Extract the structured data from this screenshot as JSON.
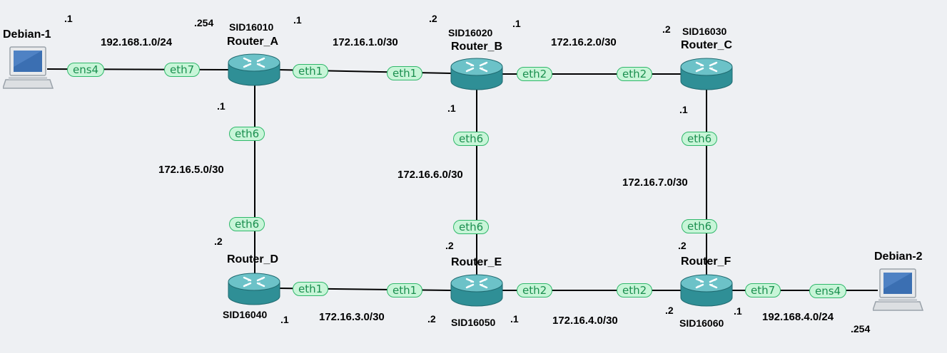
{
  "colors": {
    "background": "#eef0f3",
    "router_body": "#2f8f96",
    "router_top": "#6cc2c8",
    "port_fill": "#c8f5d8",
    "port_border": "#2fb86a",
    "port_text": "#1b8f4f",
    "link": "#000000"
  },
  "hosts": {
    "debian1": {
      "name": "Debian-1",
      "icon": "laptop-icon"
    },
    "debian2": {
      "name": "Debian-2",
      "icon": "laptop-icon"
    }
  },
  "routers": {
    "a": {
      "name": "Router_A",
      "sid": "SID16010",
      "icon": "router-icon"
    },
    "b": {
      "name": "Router_B",
      "sid": "SID16020",
      "icon": "router-icon"
    },
    "c": {
      "name": "Router_C",
      "sid": "SID16030",
      "icon": "router-icon"
    },
    "d": {
      "name": "Router_D",
      "sid": "SID16040",
      "icon": "router-icon"
    },
    "e": {
      "name": "Router_E",
      "sid": "SID16050",
      "icon": "router-icon"
    },
    "f": {
      "name": "Router_F",
      "sid": "SID16060",
      "icon": "router-icon"
    }
  },
  "networks": {
    "lan1": "192.168.1.0/24",
    "ab": "172.16.1.0/30",
    "bc": "172.16.2.0/30",
    "ad": "172.16.5.0/30",
    "be": "172.16.6.0/30",
    "cf": "172.16.7.0/30",
    "de": "172.16.3.0/30",
    "ef": "172.16.4.0/30",
    "lan4": "192.168.4.0/24"
  },
  "ports": {
    "deb1_ens4": "ens4",
    "a_eth7": "eth7",
    "a_eth1": "eth1",
    "b_eth1": "eth1",
    "b_eth2": "eth2",
    "c_eth2": "eth2",
    "a_eth6": "eth6",
    "d_eth6": "eth6",
    "b_eth6": "eth6",
    "e_eth6_up": "eth6",
    "c_eth6": "eth6",
    "f_eth6": "eth6",
    "d_eth1": "eth1",
    "e_eth1": "eth1",
    "e_eth2": "eth2",
    "f_eth2": "eth2",
    "f_eth7": "eth7",
    "deb2_ens4": "ens4"
  },
  "ips": {
    "deb1": ".1",
    "a_lan": ".254",
    "a_ab": ".1",
    "a_ad": ".1",
    "b_ab": ".2",
    "b_bc": ".1",
    "b_be": ".1",
    "c_bc": ".2",
    "c_cf": ".1",
    "d_ad": ".2",
    "d_de": ".1",
    "e_be": ".2",
    "e_de": ".2",
    "e_ef": ".1",
    "f_cf": ".2",
    "f_ef": ".2",
    "f_lan": ".1",
    "deb2": ".254"
  }
}
